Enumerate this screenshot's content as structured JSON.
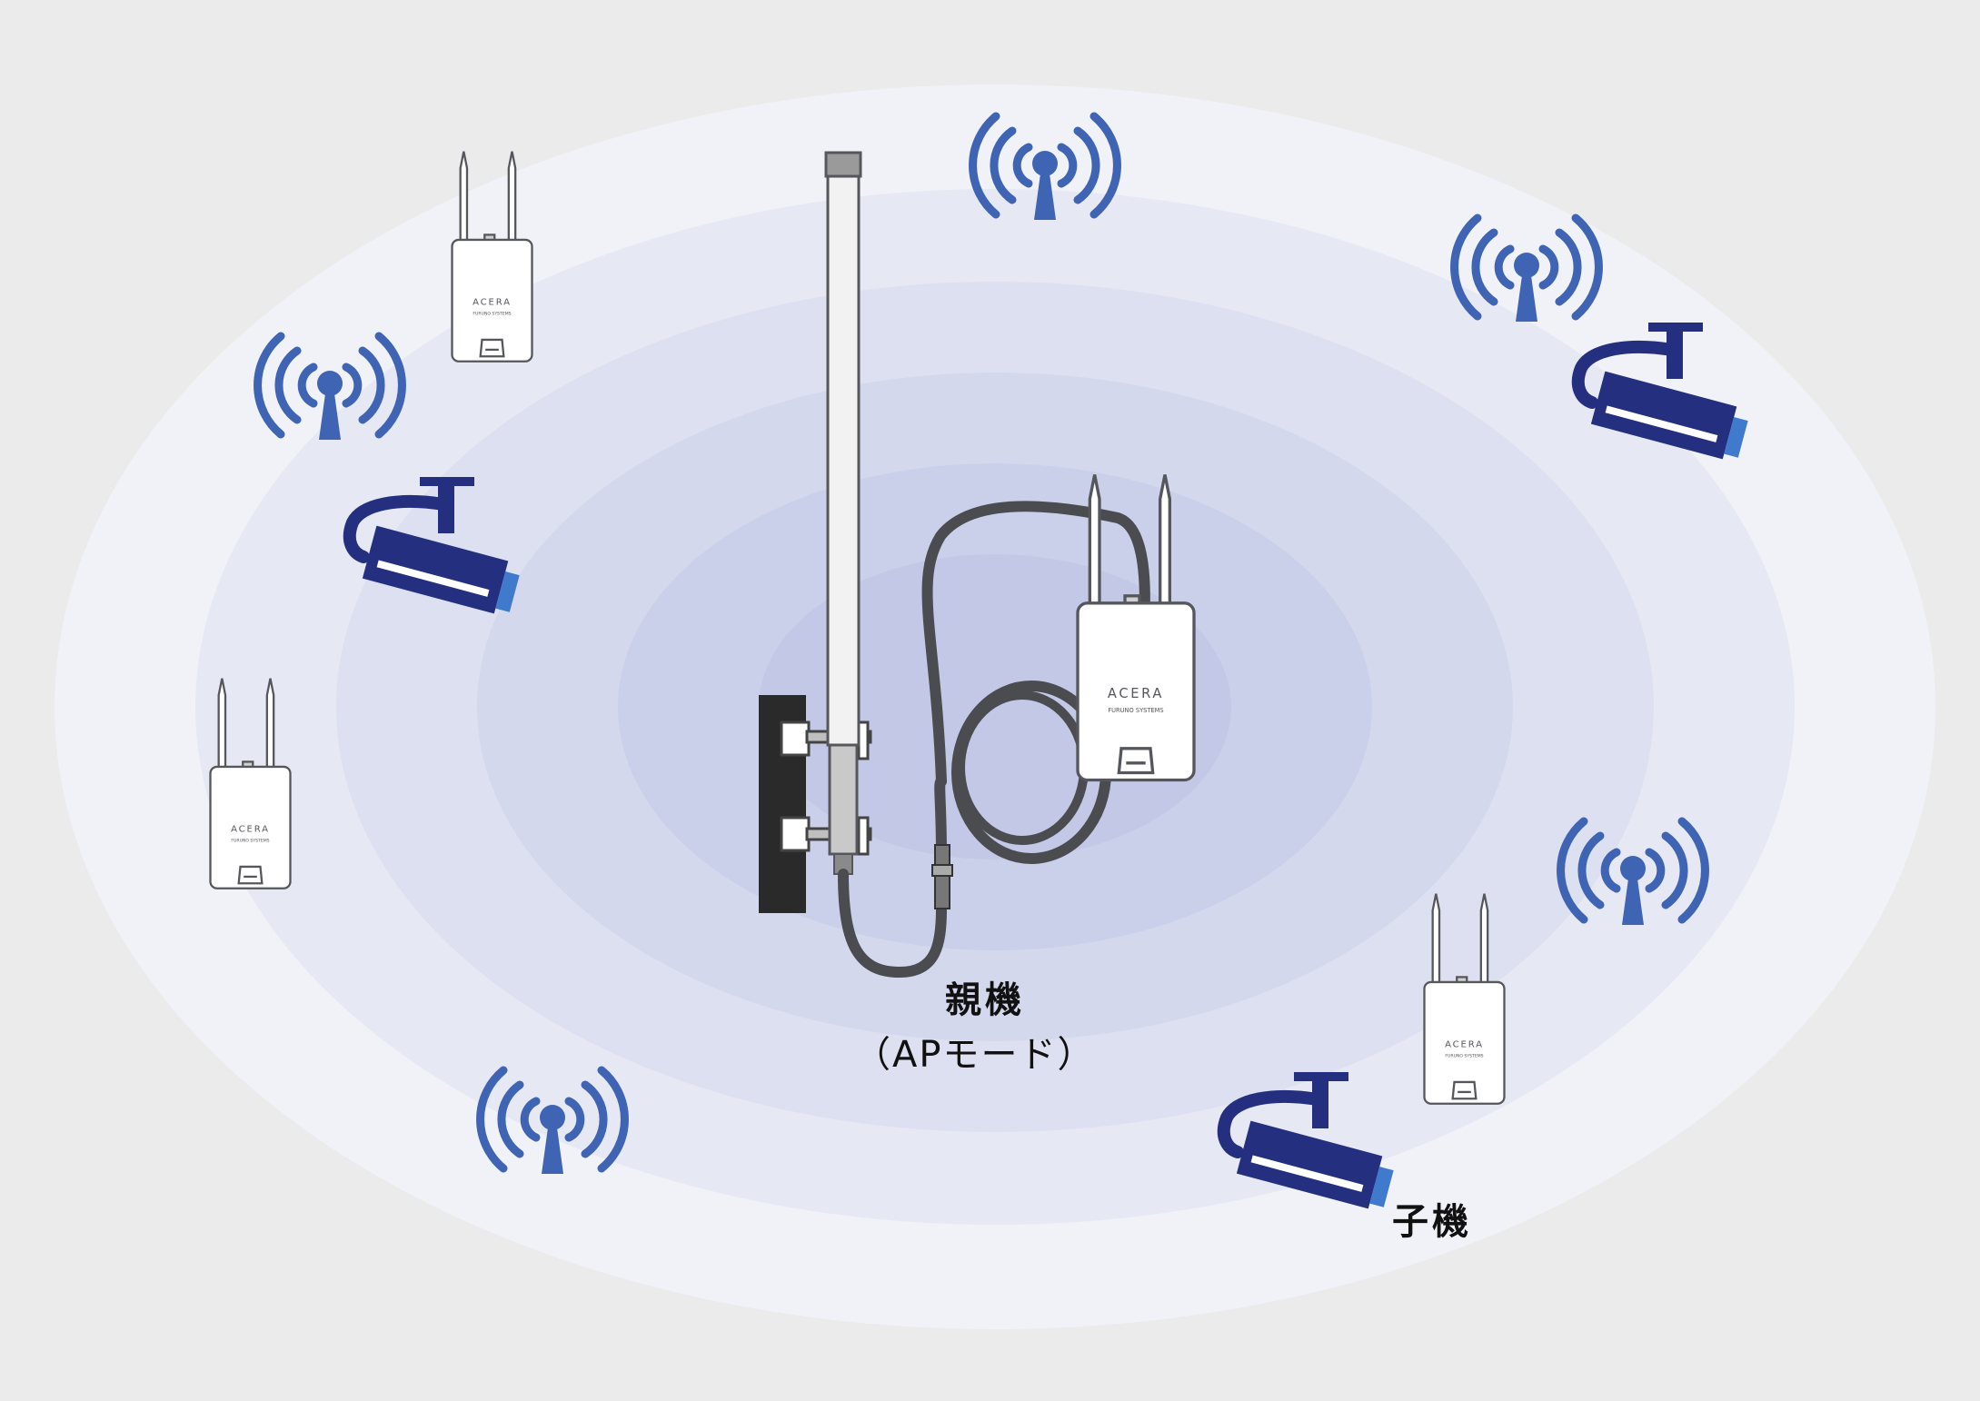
{
  "labels": {
    "parent": "親機",
    "parent_mode": "（APモード）",
    "child": "子機"
  },
  "brand": {
    "name": "ACERA",
    "maker": "FURUNO SYSTEMS"
  },
  "colors": {
    "background": "#ebebeb",
    "ring_outer": "#f1f2f8",
    "ring_inner": "#c3c8e6",
    "wifi_icon": "#3f64b3",
    "camera_body": "#24307f",
    "camera_lens": "#3f7acc",
    "device_body": "#ffffff",
    "device_outline": "#55575c",
    "cable": "#4a4c50",
    "pole": "#2a2a2a"
  },
  "icons": [
    "wifi-icon",
    "security-camera-icon",
    "access-point-device",
    "omni-antenna",
    "mounting-pole",
    "coax-cable"
  ]
}
